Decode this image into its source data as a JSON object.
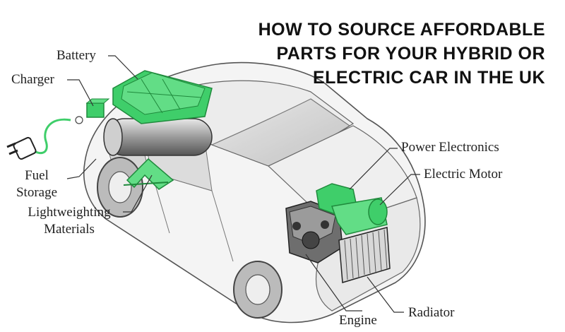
{
  "title": {
    "lines": [
      "HOW TO SOURCE AFFORDABLE",
      "PARTS FOR YOUR HYBRID OR",
      "ELECTRIC CAR IN THE UK"
    ]
  },
  "labels": {
    "battery": "Battery",
    "charger": "Charger",
    "fuel_storage_1": "Fuel",
    "fuel_storage_2": "Storage",
    "lightweighting_1": "Lightweighting",
    "lightweighting_2": "Materials",
    "power_electronics": "Power Electronics",
    "electric_motor": "Electric Motor",
    "engine": "Engine",
    "radiator": "Radiator"
  },
  "colors": {
    "component_green": "#3fce6a",
    "component_green_dark": "#1f8a3c",
    "car_fill": "#f2f2f2",
    "car_line": "#555555"
  }
}
